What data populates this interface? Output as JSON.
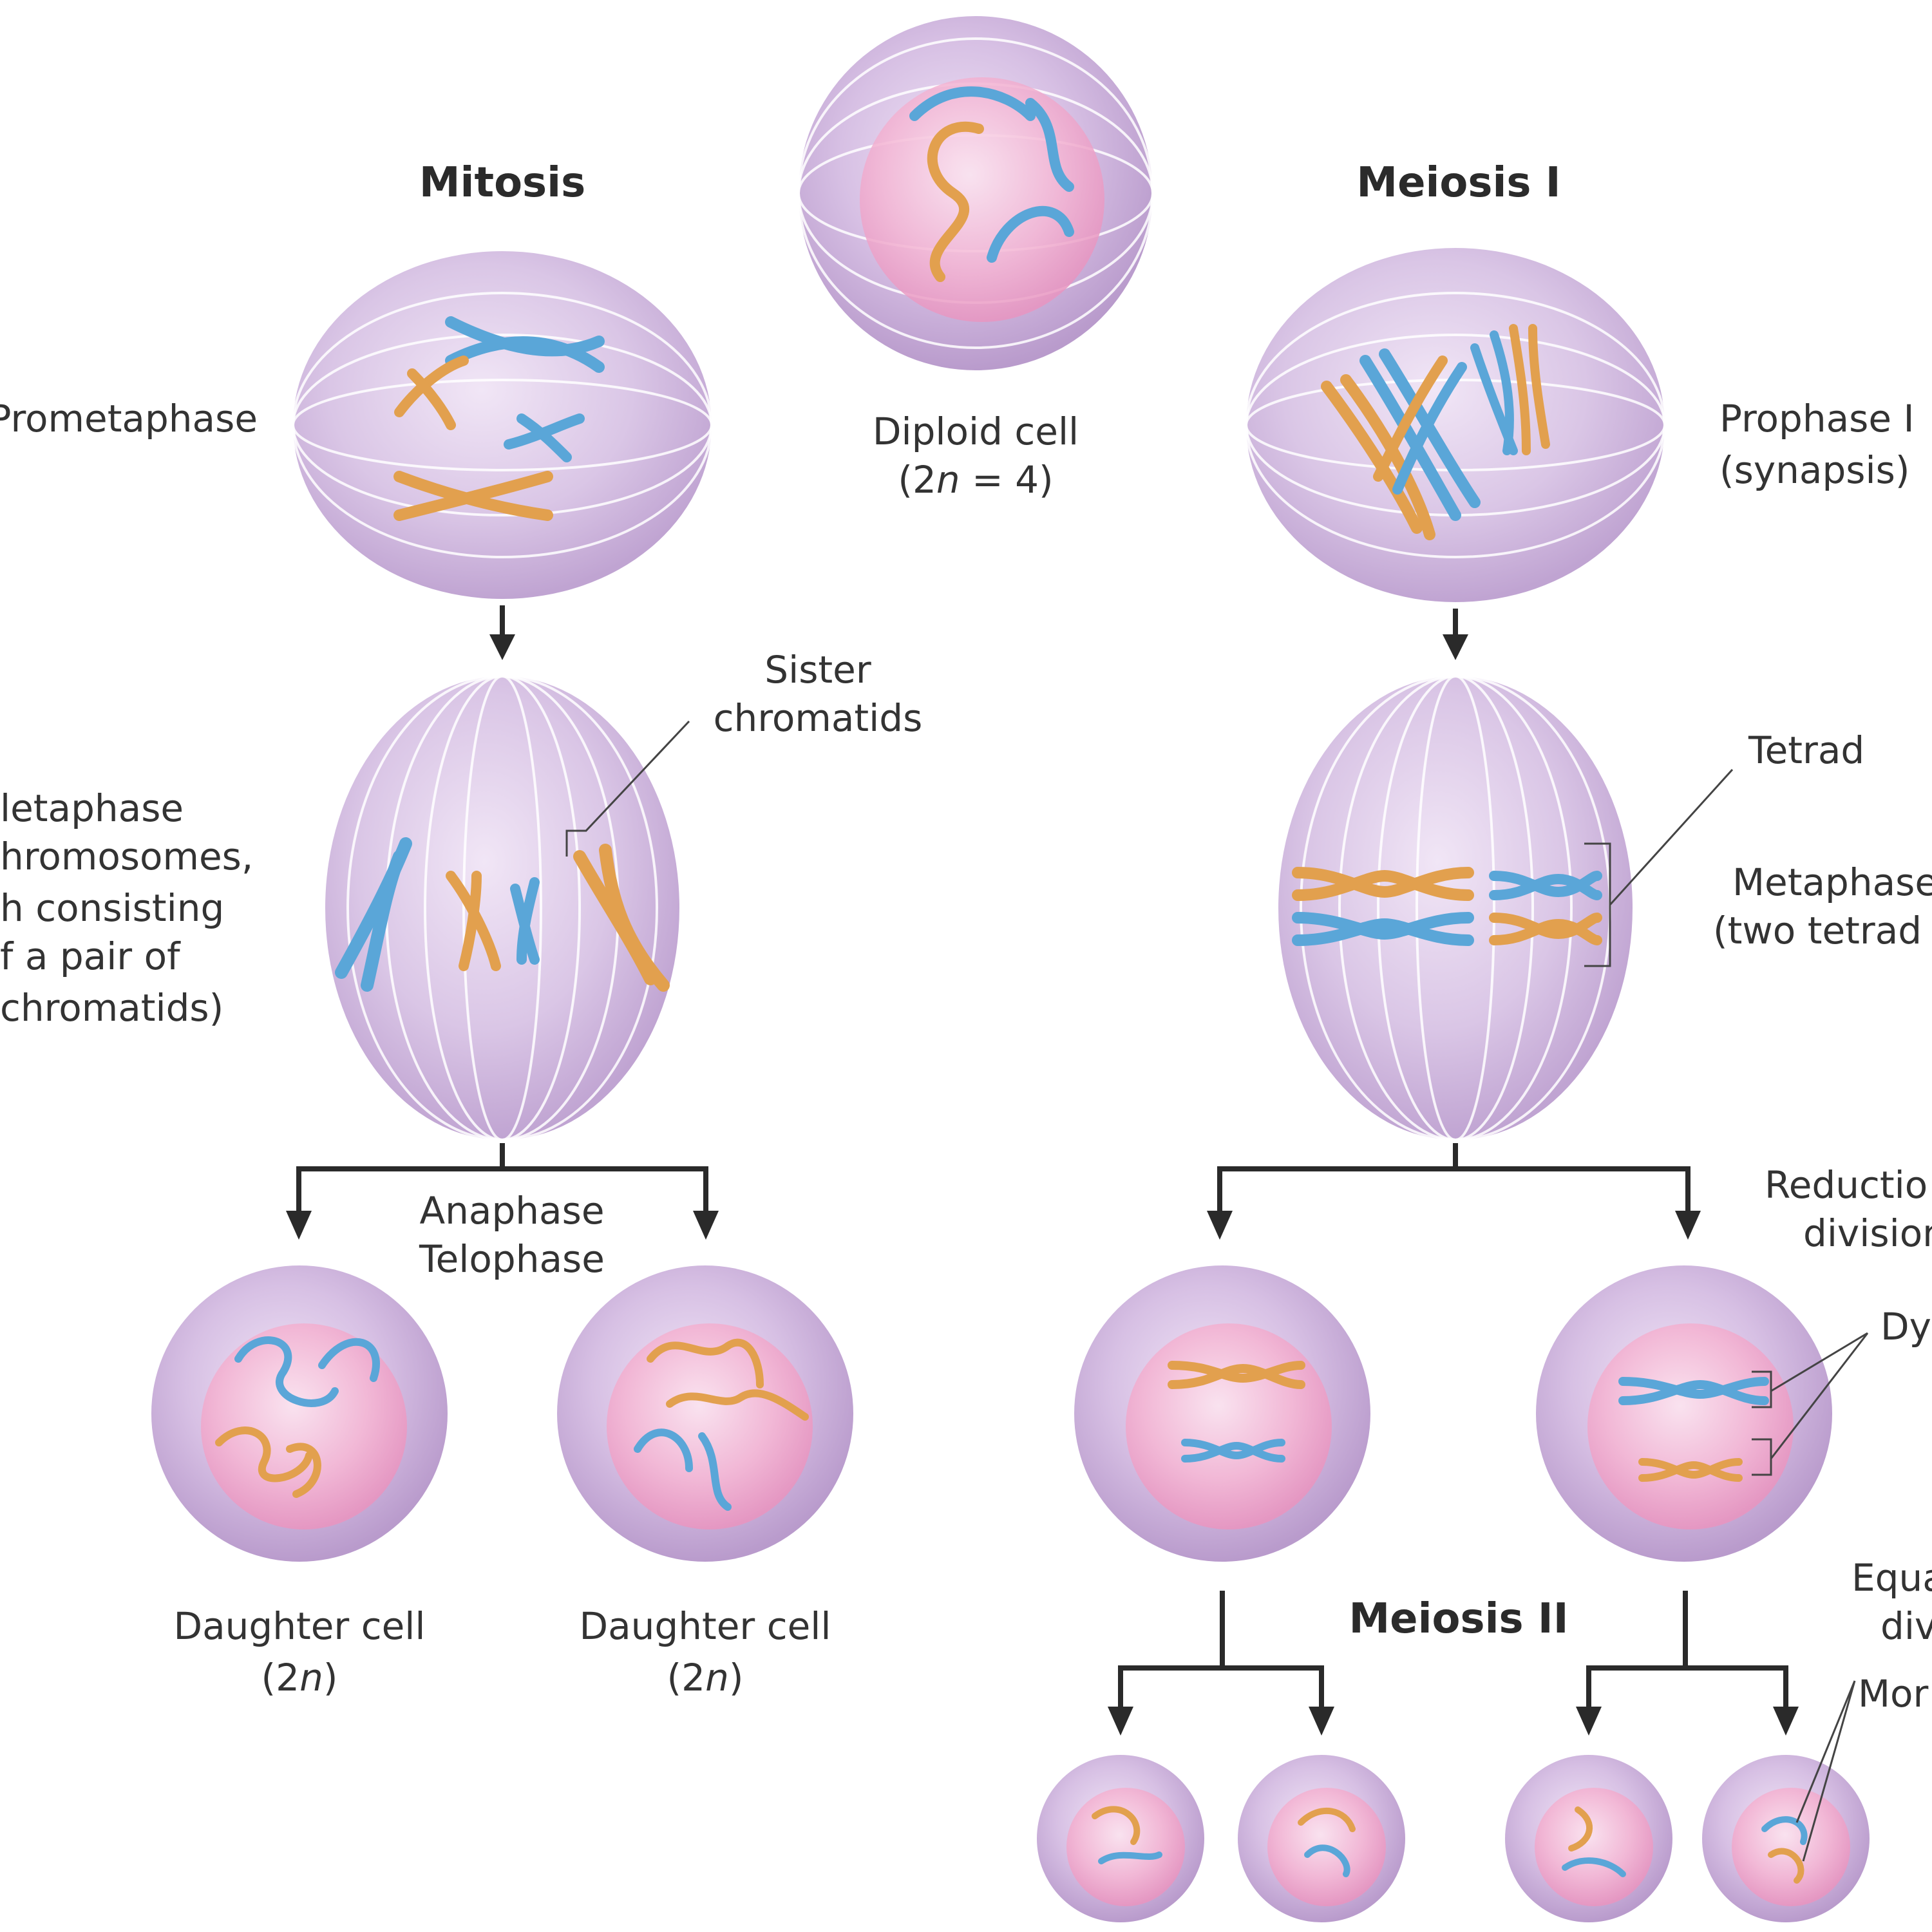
{
  "headings": {
    "mitosis": "Mitosis",
    "meiosis1": "Meiosis I",
    "meiosis2": "Meiosis II"
  },
  "labels": {
    "prometaphase": "Prometaphase",
    "diploid_line1": "Diploid cell",
    "diploid_line2_a": "(2",
    "diploid_line2_n": "n",
    "diploid_line2_b": " = 4)",
    "prophase1_line1": "Prophase I",
    "prophase1_line2": "(synapsis)",
    "sister_line1": "Sister",
    "sister_line2": "chromatids",
    "metaphase_left": [
      "letaphase",
      "hromosomes,",
      "h consisting",
      "f a pair of",
      "chromatids)"
    ],
    "tetrad": "Tetrad",
    "metaphase_right_line1": "Metaphase",
    "metaphase_right_line2": "(two tetrad",
    "anaphase": "Anaphase",
    "telophase": "Telophase",
    "reduction_line1": "Reductio",
    "reduction_line2": "division",
    "dyad": "Dy",
    "equat_line1": "Equa",
    "equat_line2": "div",
    "monad": "Mor",
    "daughter_left_line1": "Daughter cell",
    "daughter_right_line1": "Daughter cell",
    "daughter_n_a": "(2",
    "daughter_n_n": "n",
    "daughter_n_b": ")"
  },
  "colors": {
    "cell_outer": "#cdb4dc",
    "cell_nucleus": "#f2a9cf",
    "chromosome_blue": "#5aa6d8",
    "chromosome_orange": "#e2a04e",
    "arrow": "#2a2a2a"
  }
}
